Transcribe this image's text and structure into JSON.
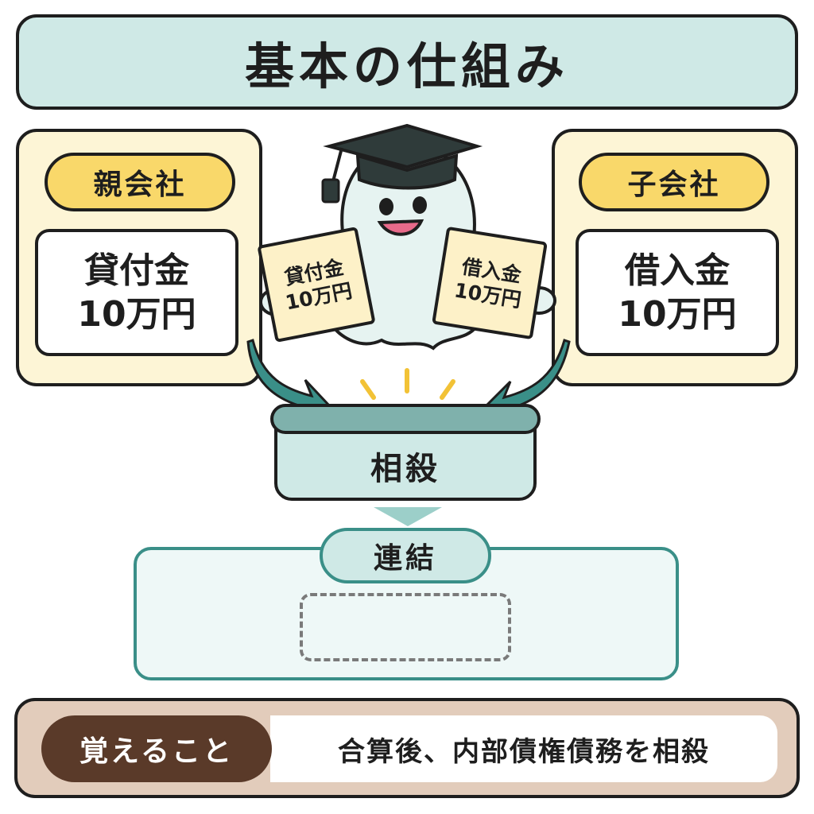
{
  "title": "基本の仕組み",
  "parent": {
    "label": "親会社",
    "account": "貸付金",
    "amount": "10万円"
  },
  "subsidiary": {
    "label": "子会社",
    "account": "借入金",
    "amount": "10万円"
  },
  "mascot": {
    "left_paper": {
      "account": "貸付金",
      "amount": "10万円"
    },
    "right_paper": {
      "account": "借入金",
      "amount": "10万円"
    }
  },
  "offset_label": "相殺",
  "consolidation_label": "連結",
  "summary": {
    "label": "覚えること",
    "text": "合算後、内部債権債務を相殺"
  },
  "colors": {
    "teal": "#cfe9e6",
    "teal_dark": "#3a8f88",
    "cream": "#fdf5d6",
    "yellow": "#f9d86a",
    "brown": "#5a3a29",
    "tan": "#e2ccbb"
  }
}
